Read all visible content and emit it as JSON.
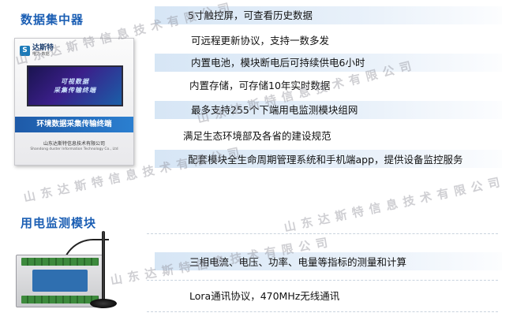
{
  "sections": {
    "concentrator_title": "数据集中器",
    "module_title": "用电监测模块"
  },
  "concentrator_device": {
    "logo_mark": "S",
    "brand": "达斯特",
    "brand_en": "电力·数据",
    "screen_line_1": "可视数据",
    "screen_line_2": "采集传输终端",
    "banner": "环境数据采集传输终端",
    "company": "山东达斯特信息技术有限公司",
    "company_en": "Shandong duster Information Technology Co., Ltd"
  },
  "concentrator_features": [
    "5寸触控屏，可查看历史数据",
    "可远程更新协议，支持一数多发",
    "内置电池，模块断电后可持续供电6小时",
    "内置存储，可存储10年实时数据",
    "最多支持255个下端用电监测模块组网",
    "满足生态环境部及各省的建设规范",
    "配套模块全生命周期管理系统和手机端app，提供设备监控服务"
  ],
  "module_features": [
    "三相电流、电压、功率、电量等指标的测量和计算",
    "Lora通讯协议，470MHz无线通讯"
  ],
  "watermark_text": "山东达斯特信息技术有限公司",
  "colors": {
    "accent": "#1c5fb4",
    "bar": "#d2e3f4",
    "watermark": "#8c8c96"
  }
}
